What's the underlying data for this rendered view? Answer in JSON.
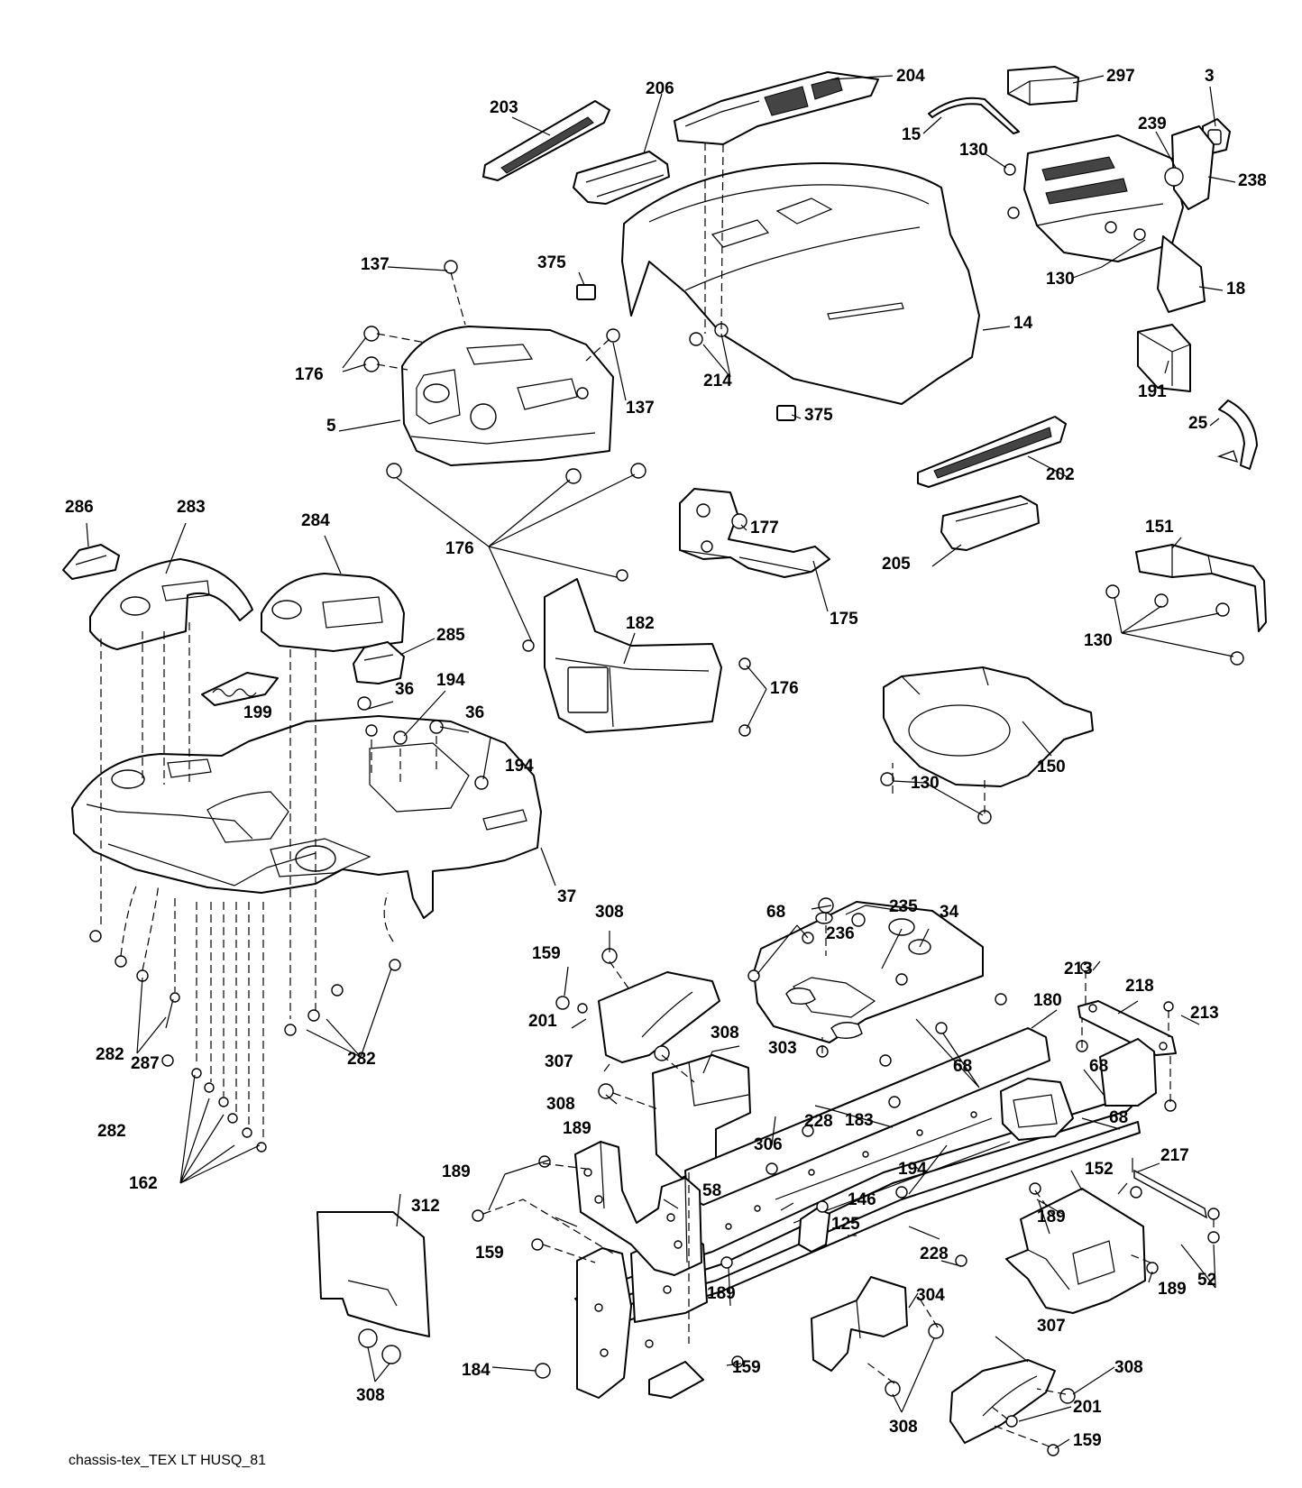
{
  "diagram": {
    "footer_caption": "chassis-tex_TEX LT HUSQ_81",
    "labels": [
      {
        "id": "l203",
        "text": "203"
      },
      {
        "id": "l206",
        "text": "206"
      },
      {
        "id": "l204",
        "text": "204"
      },
      {
        "id": "l297",
        "text": "297"
      },
      {
        "id": "l3",
        "text": "3"
      },
      {
        "id": "l15",
        "text": "15"
      },
      {
        "id": "l239",
        "text": "239"
      },
      {
        "id": "l130a",
        "text": "130"
      },
      {
        "id": "l238",
        "text": "238"
      },
      {
        "id": "l130b",
        "text": "130"
      },
      {
        "id": "l18",
        "text": "18"
      },
      {
        "id": "l137a",
        "text": "137"
      },
      {
        "id": "l375a",
        "text": "375"
      },
      {
        "id": "l14",
        "text": "14"
      },
      {
        "id": "l176a",
        "text": "176"
      },
      {
        "id": "l214",
        "text": "214"
      },
      {
        "id": "l137b",
        "text": "137"
      },
      {
        "id": "l5",
        "text": "5"
      },
      {
        "id": "l375b",
        "text": "375"
      },
      {
        "id": "l191",
        "text": "191"
      },
      {
        "id": "l25",
        "text": "25"
      },
      {
        "id": "l202",
        "text": "202"
      },
      {
        "id": "l286",
        "text": "286"
      },
      {
        "id": "l283",
        "text": "283"
      },
      {
        "id": "l284",
        "text": "284"
      },
      {
        "id": "l176b",
        "text": "176"
      },
      {
        "id": "l177",
        "text": "177"
      },
      {
        "id": "l205",
        "text": "205"
      },
      {
        "id": "l151",
        "text": "151"
      },
      {
        "id": "l175",
        "text": "175"
      },
      {
        "id": "l285",
        "text": "285"
      },
      {
        "id": "l182",
        "text": "182"
      },
      {
        "id": "l130c",
        "text": "130"
      },
      {
        "id": "l36a",
        "text": "36"
      },
      {
        "id": "l194a",
        "text": "194"
      },
      {
        "id": "l176c",
        "text": "176"
      },
      {
        "id": "l199",
        "text": "199"
      },
      {
        "id": "l36b",
        "text": "36"
      },
      {
        "id": "l194b",
        "text": "194"
      },
      {
        "id": "l150",
        "text": "150"
      },
      {
        "id": "l130d",
        "text": "130"
      },
      {
        "id": "l37",
        "text": "37"
      },
      {
        "id": "l308a",
        "text": "308"
      },
      {
        "id": "l235",
        "text": "235"
      },
      {
        "id": "l68a",
        "text": "68"
      },
      {
        "id": "l34",
        "text": "34"
      },
      {
        "id": "l236",
        "text": "236"
      },
      {
        "id": "l159a",
        "text": "159"
      },
      {
        "id": "l213a",
        "text": "213"
      },
      {
        "id": "l218",
        "text": "218"
      },
      {
        "id": "l213b",
        "text": "213"
      },
      {
        "id": "l180",
        "text": "180"
      },
      {
        "id": "l201a",
        "text": "201"
      },
      {
        "id": "l282a",
        "text": "282"
      },
      {
        "id": "l287",
        "text": "287"
      },
      {
        "id": "l282b",
        "text": "282"
      },
      {
        "id": "l308b",
        "text": "308"
      },
      {
        "id": "l303",
        "text": "303"
      },
      {
        "id": "l307a",
        "text": "307"
      },
      {
        "id": "l68b",
        "text": "68"
      },
      {
        "id": "l68c",
        "text": "68"
      },
      {
        "id": "l308c",
        "text": "308"
      },
      {
        "id": "l189a",
        "text": "189"
      },
      {
        "id": "l183",
        "text": "183"
      },
      {
        "id": "l68d",
        "text": "68"
      },
      {
        "id": "l282c",
        "text": "282"
      },
      {
        "id": "l228a",
        "text": "228"
      },
      {
        "id": "l306",
        "text": "306"
      },
      {
        "id": "l217",
        "text": "217"
      },
      {
        "id": "l189b",
        "text": "189"
      },
      {
        "id": "l152",
        "text": "152"
      },
      {
        "id": "l162",
        "text": "162"
      },
      {
        "id": "l194c",
        "text": "194"
      },
      {
        "id": "l58",
        "text": "58"
      },
      {
        "id": "l312",
        "text": "312"
      },
      {
        "id": "l146",
        "text": "146"
      },
      {
        "id": "l189c",
        "text": "189"
      },
      {
        "id": "l125",
        "text": "125"
      },
      {
        "id": "l159b",
        "text": "159"
      },
      {
        "id": "l228b",
        "text": "228"
      },
      {
        "id": "l189d",
        "text": "189"
      },
      {
        "id": "l52",
        "text": "52"
      },
      {
        "id": "l189e",
        "text": "189"
      },
      {
        "id": "l304",
        "text": "304"
      },
      {
        "id": "l307b",
        "text": "307"
      },
      {
        "id": "l184",
        "text": "184"
      },
      {
        "id": "l159c",
        "text": "159"
      },
      {
        "id": "l308d",
        "text": "308"
      },
      {
        "id": "l308e",
        "text": "308"
      },
      {
        "id": "l201b",
        "text": "201"
      },
      {
        "id": "l308f",
        "text": "308"
      },
      {
        "id": "l159d",
        "text": "159"
      }
    ]
  }
}
